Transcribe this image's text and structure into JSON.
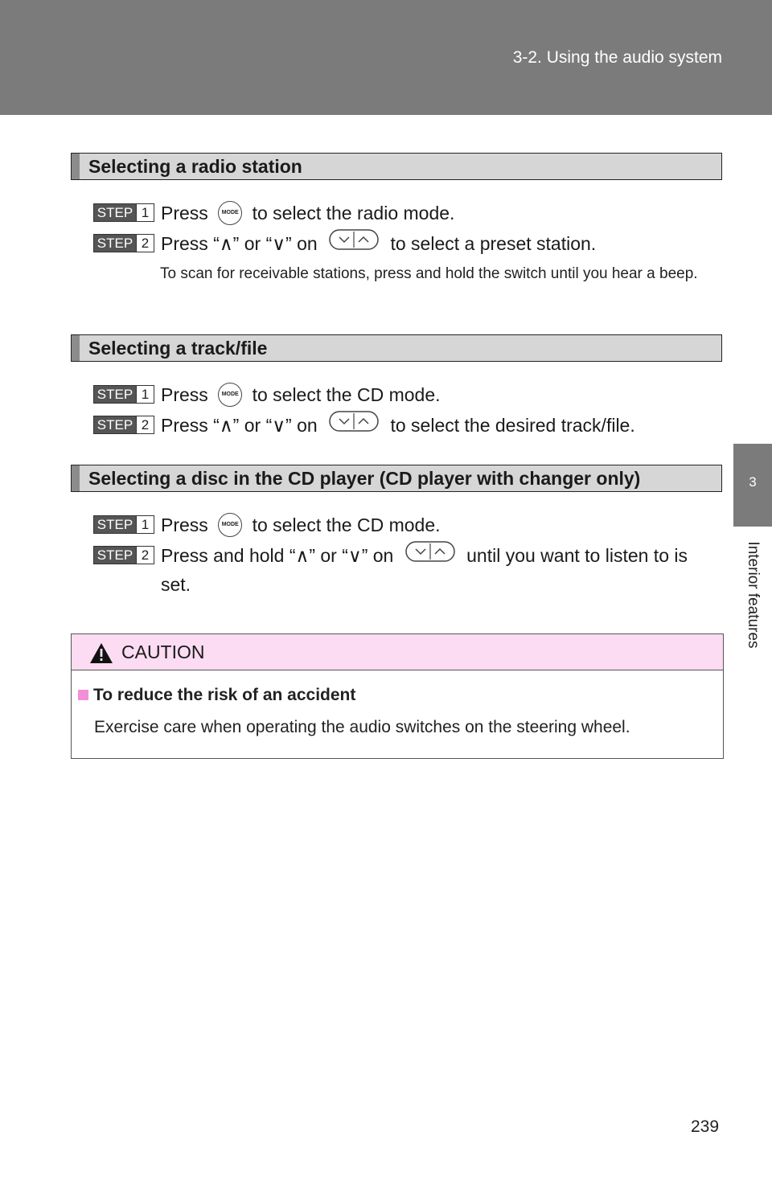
{
  "header": {
    "title": "3-2. Using the audio system"
  },
  "side_tab": {
    "chapter_number": "3",
    "chapter_label": "Interior features"
  },
  "icons": {
    "mode_label": "MODE",
    "mode_icon": "mode-button-icon",
    "rocker_icon": "seek-rocker-switch-icon",
    "warning_icon": "warning-triangle-icon"
  },
  "sections": [
    {
      "heading": "Selecting a radio station",
      "steps": [
        {
          "label": "STEP",
          "number": "1",
          "before": "Press",
          "after": "to select the radio mode."
        },
        {
          "label": "STEP",
          "number": "2",
          "before": "Press “∧” or “∨” on",
          "after": "to select a preset station."
        }
      ],
      "note": "To scan for receivable stations, press and hold the switch until you hear a beep."
    },
    {
      "heading": "Selecting a track/file",
      "steps": [
        {
          "label": "STEP",
          "number": "1",
          "before": "Press",
          "after": "to select the CD mode."
        },
        {
          "label": "STEP",
          "number": "2",
          "before": "Press “∧” or “∨” on",
          "after": "to select the desired track/file."
        }
      ]
    },
    {
      "heading": "Selecting a disc in the CD player (CD player with changer only)",
      "steps": [
        {
          "label": "STEP",
          "number": "1",
          "before": "Press",
          "after": "to select the CD mode."
        },
        {
          "label": "STEP",
          "number": "2",
          "before": "Press and hold “∧” or “∨” on",
          "after": "until you want to listen to is set."
        }
      ]
    }
  ],
  "caution": {
    "title": "CAUTION",
    "subtitle": "To reduce the risk of an accident",
    "text": "Exercise care when operating the audio switches on the steering wheel.",
    "accent_color": "#f28fd6",
    "header_bg": "#fbdcf2"
  },
  "page_number": "239"
}
